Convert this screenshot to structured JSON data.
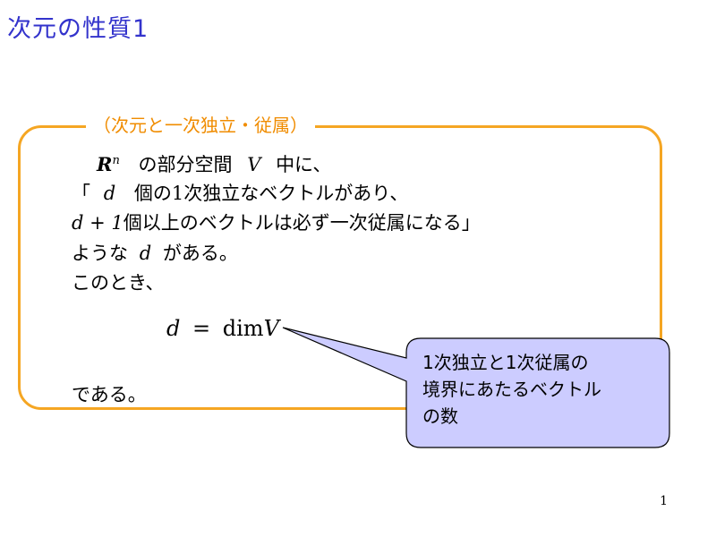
{
  "slide": {
    "title": "次元の性質1",
    "box_label": "（次元と一次独立・従属）",
    "line1": {
      "math_R": "R",
      "math_n": "n",
      "text_a": "の部分空間",
      "math_V": "V",
      "text_b": "中に、"
    },
    "line2": {
      "open_bracket": "「",
      "math_d": "d",
      "text_a": "個の",
      "num_1": "1",
      "text_b": "次独立なベクトルがあり、"
    },
    "line3": {
      "math": "d + 1",
      "text": "個以上のベクトルは必ず一次従属になる」"
    },
    "line4": {
      "text_a": "ような",
      "math_d": "d",
      "text_b": "がある。"
    },
    "line5": "このとき、",
    "formula": {
      "lhs": "d",
      "eq": "=",
      "dim": "dim",
      "rhs": "V"
    },
    "line6": "である。",
    "callout": [
      "1次独立と1次従属の",
      "境界にあたるベクトル",
      "の数"
    ],
    "page_number": "1"
  },
  "colors": {
    "title": "#3333cc",
    "box_border": "#f5a623",
    "box_label": "#f08c00",
    "callout_fill": "#ccccff",
    "callout_border": "#000000"
  }
}
